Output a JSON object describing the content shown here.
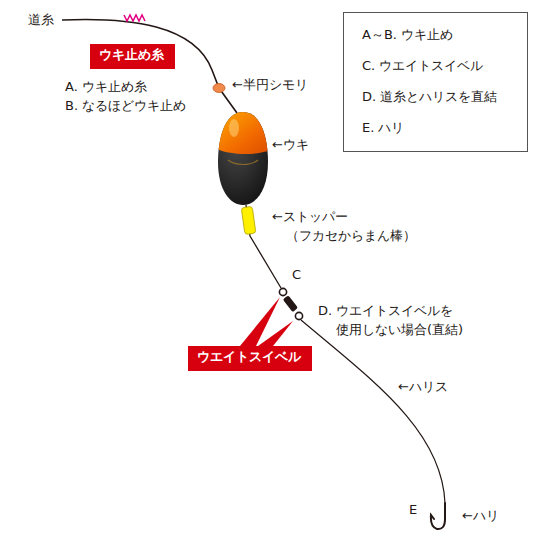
{
  "diagram": {
    "nodes": [
      {
        "text": [
          "A～B. ウキ止め",
          "C. ウエイトスイベル",
          "D. 道糸とハリスを直結",
          "E. ハリ"
        ]
      },
      {
        "text": [
          "ウキ止め糸"
        ]
      },
      {
        "text": [
          "ウエイトスイベル"
        ]
      }
    ],
    "labels": [
      "道糸",
      "A. ウキ止め糸",
      "B. なるほどウキ止め",
      "←半円シモリ",
      "←ウキ",
      "←ストッパー （フカセからまん棒）",
      "C",
      "D. ウエイトスイベルを 使用しない場合(直結)",
      "←ハリス",
      "E",
      "←ハリ"
    ]
  }
}
